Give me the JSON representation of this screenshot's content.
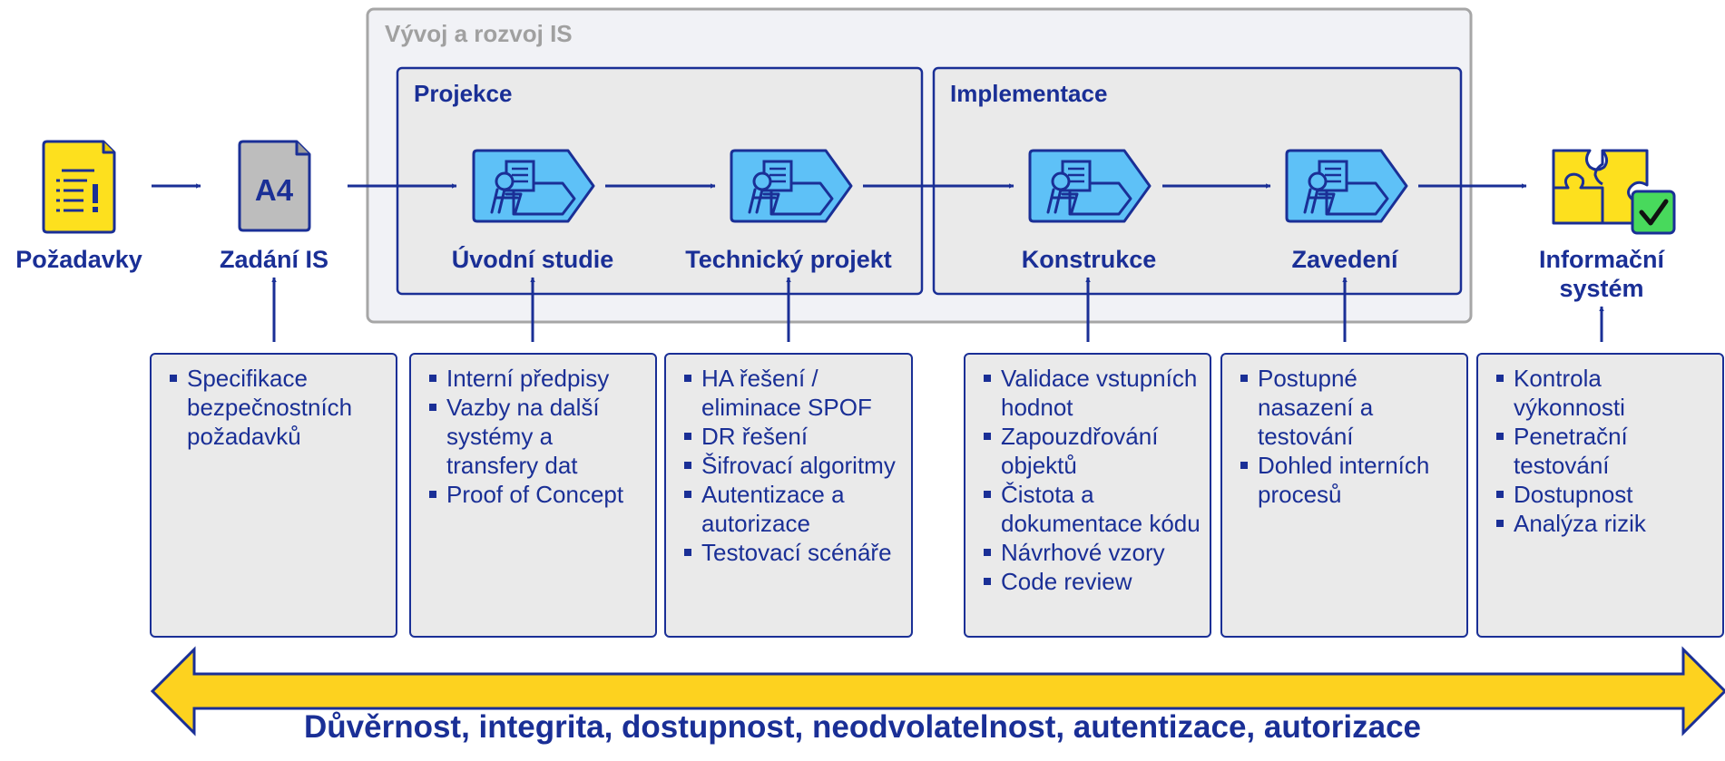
{
  "outer_group": {
    "title": "Vývoj a rozvoj IS"
  },
  "groups": [
    {
      "title": "Projekce"
    },
    {
      "title": "Implementace"
    }
  ],
  "nodes": {
    "pozadavky": {
      "label": "Požadavky",
      "icon": "requirements-document-icon"
    },
    "zadani": {
      "label": "Zadání IS",
      "icon_text": "A4",
      "icon": "a4-document-icon"
    },
    "uvodni_studie": {
      "label": "Úvodní studie",
      "icon": "process-step-icon"
    },
    "technicky_projekt": {
      "label": "Technický projekt",
      "icon": "process-step-icon"
    },
    "konstrukce": {
      "label": "Konstrukce",
      "icon": "process-step-icon"
    },
    "zavedeni": {
      "label": "Zavedení",
      "icon": "process-step-icon"
    },
    "informacni_system": {
      "label_line1": "Informační",
      "label_line2": "systém",
      "icon": "puzzle-check-icon"
    }
  },
  "notes": {
    "zadani": [
      "Specifikace bezpečnostních požadavků"
    ],
    "uvodni_studie": [
      "Interní předpisy",
      "Vazby na další systémy a transfery dat",
      "Proof of Concept"
    ],
    "technicky_projekt": [
      "HA řešení / eliminace SPOF",
      "DR řešení",
      "Šifrovací algoritmy",
      "Autentizace a autorizace",
      "Testovací scénáře"
    ],
    "konstrukce": [
      "Validace vstupních hodnot",
      "Zapouzdřování objektů",
      "Čistota a dokumentace kódu",
      "Návrhové vzory",
      "Code review"
    ],
    "zavedeni": [
      "Postupné nasazení a testování",
      "Dohled interních procesů"
    ],
    "informacni_system": [
      "Kontrola výkonnosti",
      "Penetrační testování",
      "Dostupnost",
      "Analýza rizik"
    ]
  },
  "banner": {
    "text": "Důvěrnost, integrita, dostupnost, neodvolatelnost, autentizace, autorizace"
  },
  "colors": {
    "primary": "#1a2f96",
    "node_fill": "#5ec1f7",
    "group_fill": "#eaeaea",
    "outer_fill": "#f1f2f6",
    "outer_border": "#a6a6a6",
    "arrow_yellow": "#fdd21f",
    "doc_yellow": "#fde01e",
    "a4_gray": "#bdbdbd",
    "check_green": "#48d95c"
  }
}
